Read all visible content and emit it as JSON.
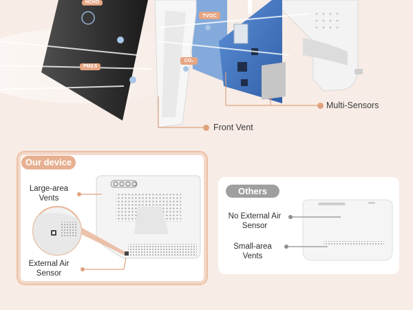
{
  "hero": {
    "chip_labels": {
      "hcho": "HCHO",
      "tvoc": "TVOC",
      "co2": "CO₂",
      "pm25": "PM2.5"
    },
    "callouts": {
      "multi_sensors": "Multi-Sensors",
      "front_vent": "Front Vent"
    }
  },
  "ours": {
    "badge": "Our device",
    "label_vents_1": "Large-area",
    "label_vents_2": "Vents",
    "label_sensor_1": "External Air",
    "label_sensor_2": "Sensor"
  },
  "others": {
    "badge": "Others",
    "label_sensor_1": "No External Air",
    "label_sensor_2": "Sensor",
    "label_vents_1": "Small-area",
    "label_vents_2": "Vents"
  },
  "colors": {
    "accent": "#e0a27d",
    "badge_ours": "#e7b091",
    "badge_others": "#9f9f9f",
    "background": "#f7ece6"
  }
}
